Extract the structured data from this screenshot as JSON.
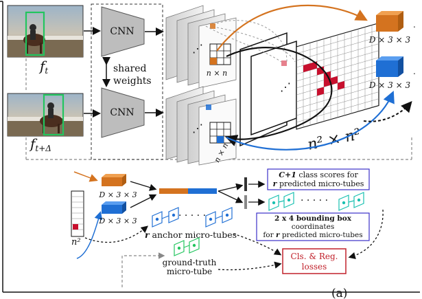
{
  "frames": {
    "top_label": "f",
    "top_sub": "t",
    "bottom_label": "f",
    "bottom_sub": "t+Δ"
  },
  "cnn": {
    "top_label": "CNN",
    "bottom_label": "CNN",
    "shared_line1": "shared",
    "shared_line2": "weights"
  },
  "feature_maps": {
    "top_grid_label": "n × n",
    "bottom_grid_label": "n × n",
    "big_grid_label": "n² × n²"
  },
  "outputs": {
    "top_block_label": "D × 3 × 3",
    "bottom_block_label": "D × 3 × 3"
  },
  "lower": {
    "block1_label": "D × 3 × 3",
    "block2_label": "D × 3 × 3",
    "anchor_label_r": "r",
    "anchor_label": "anchor micro-tubes",
    "gt_line1": "ground-truth",
    "gt_line2": "micro-tube",
    "class_box_line1_bold": "C+1",
    "class_box_line1_rest": "class scores for",
    "class_box_line2_r": "r",
    "class_box_line2_rest": "predicted micro-tubes",
    "bbox_line1": "2 x 4 bounding box",
    "bbox_line2": "coordinates",
    "bbox_line3_pre": "for",
    "bbox_line3_r": "r",
    "bbox_line3_rest": "predicted micro-tubes",
    "loss_line1": "Cls. & Reg.",
    "loss_line2": "losses",
    "partial_label": "n²"
  },
  "caption": "(a)",
  "colors": {
    "orange": "#d4731f",
    "blue": "#1f6fd4",
    "red_cell": "#c8102e",
    "green": "#22c55e",
    "teal": "#18c0b0",
    "purple_border": "#3b2fc9",
    "loss_red": "#c0202a"
  }
}
